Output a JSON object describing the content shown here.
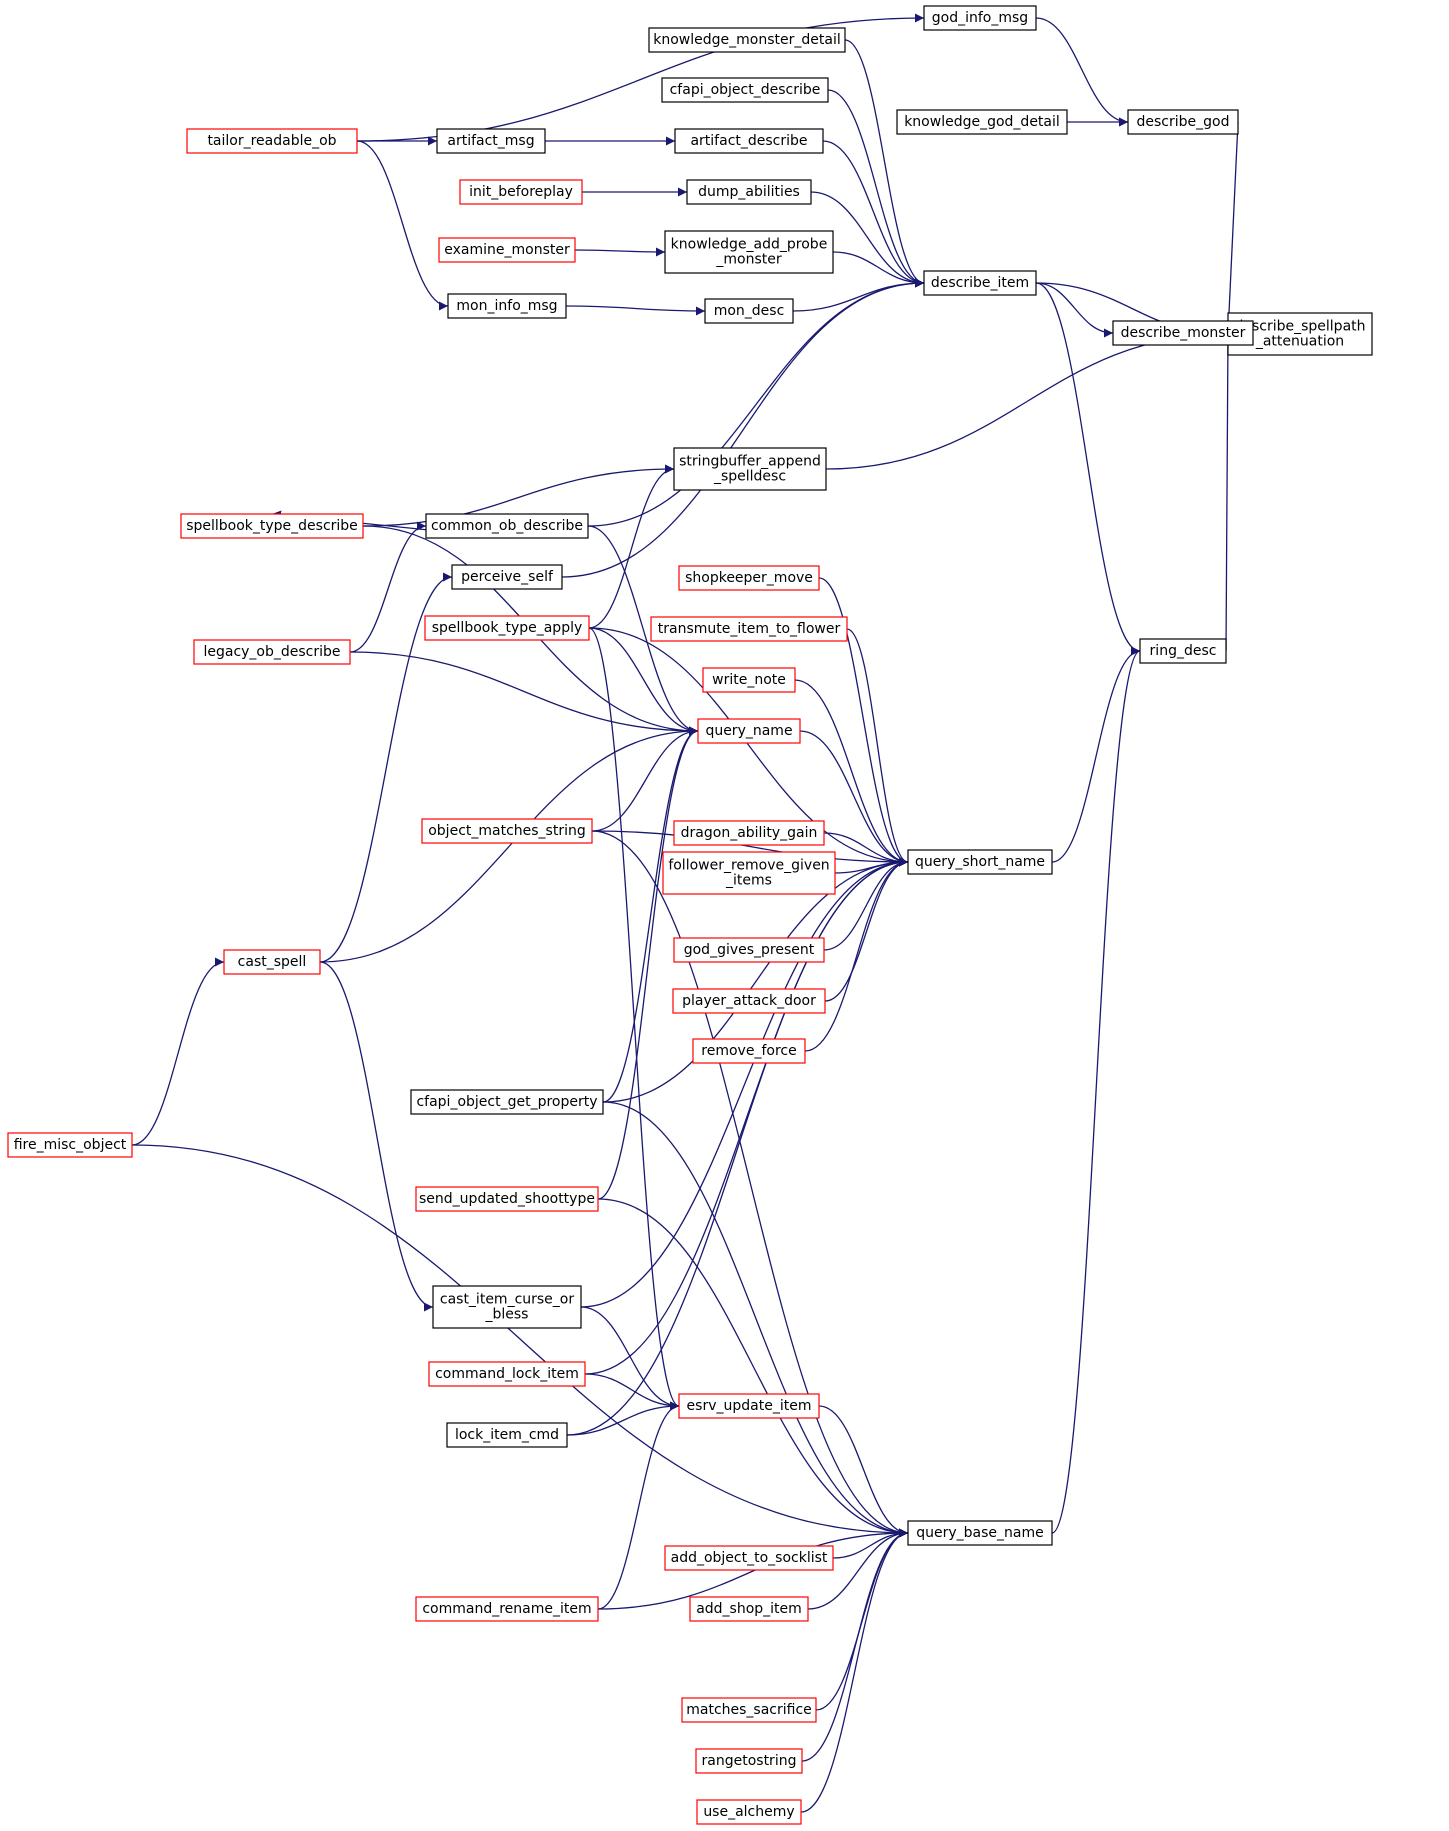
{
  "colors": {
    "edge": "#191970",
    "normal_border": "#000000",
    "truncated_border": "#ff0000",
    "root_fill": "#bfbfbf"
  },
  "nodes": {
    "describe_spellpath": {
      "lines": [
        "describe_spellpath",
        "_attenuation"
      ],
      "status": "root"
    },
    "god_info_msg": {
      "lines": [
        "god_info_msg"
      ],
      "status": "normal"
    },
    "describe_god": {
      "lines": [
        "describe_god"
      ],
      "status": "normal"
    },
    "knowledge_god_detail": {
      "lines": [
        "knowledge_god_detail"
      ],
      "status": "normal"
    },
    "knowledge_monster_detail": {
      "lines": [
        "knowledge_monster_detail"
      ],
      "status": "normal"
    },
    "cfapi_object_describe": {
      "lines": [
        "cfapi_object_describe"
      ],
      "status": "normal"
    },
    "tailor_readable_ob": {
      "lines": [
        "tailor_readable_ob"
      ],
      "status": "truncated"
    },
    "artifact_msg": {
      "lines": [
        "artifact_msg"
      ],
      "status": "normal"
    },
    "artifact_describe": {
      "lines": [
        "artifact_describe"
      ],
      "status": "normal"
    },
    "init_beforeplay": {
      "lines": [
        "init_beforeplay"
      ],
      "status": "truncated"
    },
    "dump_abilities": {
      "lines": [
        "dump_abilities"
      ],
      "status": "normal"
    },
    "examine_monster": {
      "lines": [
        "examine_monster"
      ],
      "status": "truncated"
    },
    "knowledge_add_probe": {
      "lines": [
        "knowledge_add_probe",
        "_monster"
      ],
      "status": "normal"
    },
    "describe_item": {
      "lines": [
        "describe_item"
      ],
      "status": "normal"
    },
    "mon_info_msg": {
      "lines": [
        "mon_info_msg"
      ],
      "status": "normal"
    },
    "mon_desc": {
      "lines": [
        "mon_desc"
      ],
      "status": "normal"
    },
    "describe_monster": {
      "lines": [
        "describe_monster"
      ],
      "status": "normal"
    },
    "stringbuffer_append": {
      "lines": [
        "stringbuffer_append",
        "_spelldesc"
      ],
      "status": "normal"
    },
    "spellbook_type_describe": {
      "lines": [
        "spellbook_type_describe"
      ],
      "status": "truncated"
    },
    "common_ob_describe": {
      "lines": [
        "common_ob_describe"
      ],
      "status": "normal"
    },
    "perceive_self": {
      "lines": [
        "perceive_self"
      ],
      "status": "normal"
    },
    "shopkeeper_move": {
      "lines": [
        "shopkeeper_move"
      ],
      "status": "truncated"
    },
    "spellbook_type_apply": {
      "lines": [
        "spellbook_type_apply"
      ],
      "status": "truncated"
    },
    "transmute_item_to_flower": {
      "lines": [
        "transmute_item_to_flower"
      ],
      "status": "truncated"
    },
    "ring_desc": {
      "lines": [
        "ring_desc"
      ],
      "status": "normal"
    },
    "legacy_ob_describe": {
      "lines": [
        "legacy_ob_describe"
      ],
      "status": "truncated"
    },
    "write_note": {
      "lines": [
        "write_note"
      ],
      "status": "truncated"
    },
    "query_name": {
      "lines": [
        "query_name"
      ],
      "status": "truncated"
    },
    "dragon_ability_gain": {
      "lines": [
        "dragon_ability_gain"
      ],
      "status": "truncated"
    },
    "object_matches_string": {
      "lines": [
        "object_matches_string"
      ],
      "status": "truncated"
    },
    "query_short_name": {
      "lines": [
        "query_short_name"
      ],
      "status": "normal"
    },
    "follower_remove_given": {
      "lines": [
        "follower_remove_given",
        "_items"
      ],
      "status": "truncated"
    },
    "god_gives_present": {
      "lines": [
        "god_gives_present"
      ],
      "status": "truncated"
    },
    "cast_spell": {
      "lines": [
        "cast_spell"
      ],
      "status": "truncated"
    },
    "player_attack_door": {
      "lines": [
        "player_attack_door"
      ],
      "status": "truncated"
    },
    "remove_force": {
      "lines": [
        "remove_force"
      ],
      "status": "truncated"
    },
    "cfapi_object_get_property": {
      "lines": [
        "cfapi_object_get_property"
      ],
      "status": "normal"
    },
    "fire_misc_object": {
      "lines": [
        "fire_misc_object"
      ],
      "status": "truncated"
    },
    "send_updated_shoottype": {
      "lines": [
        "send_updated_shoottype"
      ],
      "status": "truncated"
    },
    "cast_item_curse_or_bless": {
      "lines": [
        "cast_item_curse_or",
        "_bless"
      ],
      "status": "normal"
    },
    "command_lock_item": {
      "lines": [
        "command_lock_item"
      ],
      "status": "truncated"
    },
    "esrv_update_item": {
      "lines": [
        "esrv_update_item"
      ],
      "status": "truncated"
    },
    "lock_item_cmd": {
      "lines": [
        "lock_item_cmd"
      ],
      "status": "normal"
    },
    "query_base_name": {
      "lines": [
        "query_base_name"
      ],
      "status": "normal"
    },
    "add_object_to_socklist": {
      "lines": [
        "add_object_to_socklist"
      ],
      "status": "truncated"
    },
    "add_shop_item": {
      "lines": [
        "add_shop_item"
      ],
      "status": "truncated"
    },
    "command_rename_item": {
      "lines": [
        "command_rename_item"
      ],
      "status": "truncated"
    },
    "matches_sacrifice": {
      "lines": [
        "matches_sacrifice"
      ],
      "status": "truncated"
    },
    "rangetostring": {
      "lines": [
        "rangetostring"
      ],
      "status": "truncated"
    },
    "use_alchemy": {
      "lines": [
        "use_alchemy"
      ],
      "status": "truncated"
    }
  },
  "edges": [
    [
      "god_info_msg",
      "describe_god"
    ],
    [
      "describe_god",
      "describe_spellpath"
    ],
    [
      "knowledge_god_detail",
      "describe_god"
    ],
    [
      "describe_item",
      "describe_spellpath"
    ],
    [
      "describe_monster",
      "describe_spellpath"
    ],
    [
      "stringbuffer_append",
      "describe_spellpath"
    ],
    [
      "ring_desc",
      "describe_spellpath"
    ],
    [
      "tailor_readable_ob",
      "god_info_msg"
    ],
    [
      "tailor_readable_ob",
      "artifact_msg"
    ],
    [
      "tailor_readable_ob",
      "mon_info_msg"
    ],
    [
      "artifact_msg",
      "artifact_describe"
    ],
    [
      "init_beforeplay",
      "dump_abilities"
    ],
    [
      "examine_monster",
      "knowledge_add_probe"
    ],
    [
      "mon_info_msg",
      "mon_desc"
    ],
    [
      "knowledge_monster_detail",
      "describe_item"
    ],
    [
      "cfapi_object_describe",
      "describe_item"
    ],
    [
      "artifact_describe",
      "describe_item"
    ],
    [
      "dump_abilities",
      "describe_item"
    ],
    [
      "knowledge_add_probe",
      "describe_item"
    ],
    [
      "mon_desc",
      "describe_item"
    ],
    [
      "common_ob_describe",
      "describe_item"
    ],
    [
      "perceive_self",
      "describe_item"
    ],
    [
      "describe_item",
      "describe_monster"
    ],
    [
      "describe_item",
      "ring_desc"
    ],
    [
      "spellbook_type_describe",
      "stringbuffer_append"
    ],
    [
      "spellbook_type_apply",
      "stringbuffer_append"
    ],
    [
      "common_ob_describe",
      "spellbook_type_describe"
    ],
    [
      "legacy_ob_describe",
      "common_ob_describe"
    ],
    [
      "cast_spell",
      "perceive_self"
    ],
    [
      "query_short_name",
      "ring_desc"
    ],
    [
      "query_base_name",
      "ring_desc"
    ],
    [
      "shopkeeper_move",
      "query_short_name"
    ],
    [
      "transmute_item_to_flower",
      "query_short_name"
    ],
    [
      "write_note",
      "query_short_name"
    ],
    [
      "query_name",
      "query_short_name"
    ],
    [
      "dragon_ability_gain",
      "query_short_name"
    ],
    [
      "follower_remove_given",
      "query_short_name"
    ],
    [
      "god_gives_present",
      "query_short_name"
    ],
    [
      "player_attack_door",
      "query_short_name"
    ],
    [
      "remove_force",
      "query_short_name"
    ],
    [
      "object_matches_string",
      "query_short_name"
    ],
    [
      "spellbook_type_apply",
      "query_short_name"
    ],
    [
      "cfapi_object_get_property",
      "query_short_name"
    ],
    [
      "cast_item_curse_or_bless",
      "query_short_name"
    ],
    [
      "command_lock_item",
      "query_short_name"
    ],
    [
      "lock_item_cmd",
      "query_short_name"
    ],
    [
      "spellbook_type_describe",
      "query_name"
    ],
    [
      "legacy_ob_describe",
      "query_name"
    ],
    [
      "spellbook_type_apply",
      "query_name"
    ],
    [
      "common_ob_describe",
      "query_name"
    ],
    [
      "object_matches_string",
      "query_name"
    ],
    [
      "cast_spell",
      "query_name"
    ],
    [
      "cfapi_object_get_property",
      "query_name"
    ],
    [
      "send_updated_shoottype",
      "query_name"
    ],
    [
      "fire_misc_object",
      "cast_spell"
    ],
    [
      "cast_spell",
      "cast_item_curse_or_bless"
    ],
    [
      "spellbook_type_apply",
      "esrv_update_item"
    ],
    [
      "cast_item_curse_or_bless",
      "esrv_update_item"
    ],
    [
      "command_lock_item",
      "esrv_update_item"
    ],
    [
      "lock_item_cmd",
      "esrv_update_item"
    ],
    [
      "command_rename_item",
      "esrv_update_item"
    ],
    [
      "esrv_update_item",
      "query_base_name"
    ],
    [
      "object_matches_string",
      "query_base_name"
    ],
    [
      "cfapi_object_get_property",
      "query_base_name"
    ],
    [
      "send_updated_shoottype",
      "query_base_name"
    ],
    [
      "fire_misc_object",
      "query_base_name"
    ],
    [
      "add_object_to_socklist",
      "query_base_name"
    ],
    [
      "add_shop_item",
      "query_base_name"
    ],
    [
      "command_rename_item",
      "query_base_name"
    ],
    [
      "matches_sacrifice",
      "query_base_name"
    ],
    [
      "rangetostring",
      "query_base_name"
    ],
    [
      "use_alchemy",
      "query_base_name"
    ]
  ]
}
